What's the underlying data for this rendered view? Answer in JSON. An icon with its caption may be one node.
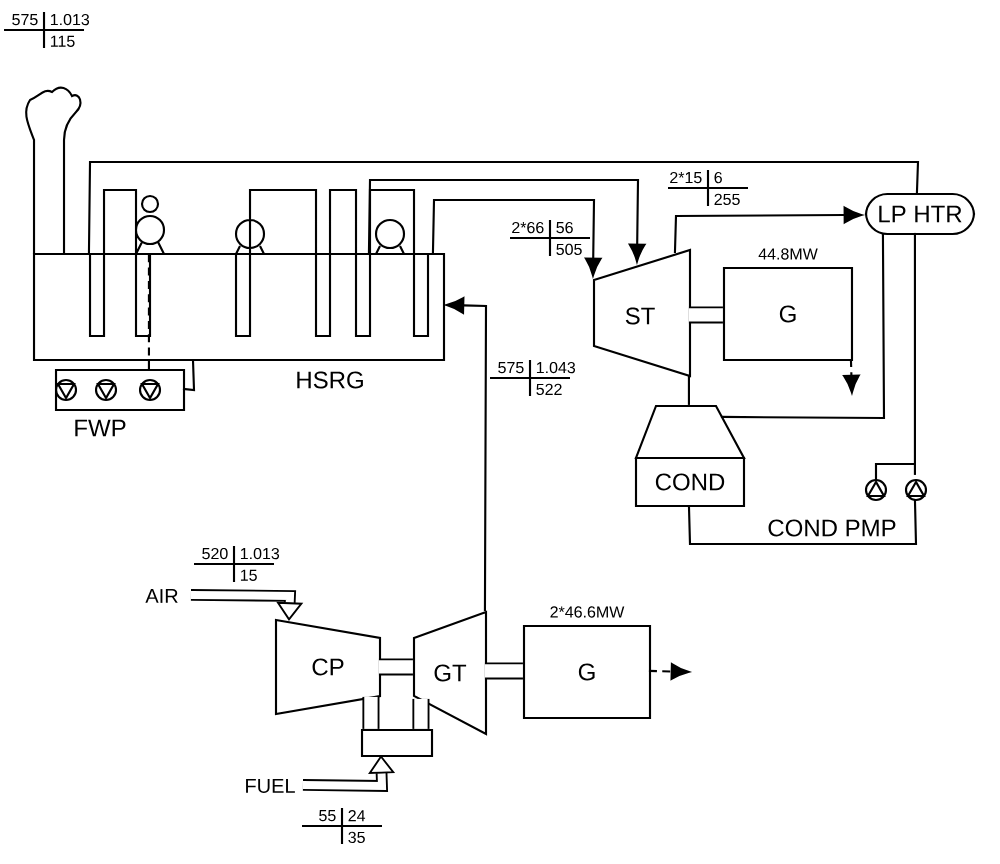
{
  "diagram": {
    "nodes": [
      {
        "text": [
          "HSRG"
        ]
      },
      {
        "text": [
          "FWP"
        ]
      },
      {
        "text": [
          "ST"
        ]
      },
      {
        "text": [
          "G"
        ],
        "beside": [
          "44.8MW"
        ]
      },
      {
        "text": [
          "LP HTR"
        ]
      },
      {
        "text": [
          "COND"
        ]
      },
      {
        "text": [
          "COND PMP"
        ]
      },
      {
        "text": [
          "CP"
        ]
      },
      {
        "text": [
          "GT"
        ]
      },
      {
        "text": [
          "G"
        ],
        "beside": [
          "2*46.6MW"
        ]
      },
      {
        "text": [],
        "shape": "box"
      },
      {
        "text": [
          "AIR"
        ]
      },
      {
        "text": [
          "FUEL"
        ]
      }
    ],
    "edges": [
      {
        "from": 8,
        "to": 0,
        "arrow": "to"
      },
      {
        "from": 0,
        "to": 2,
        "arrow": "to"
      },
      {
        "from": 0,
        "to": 2,
        "arrow": "to"
      },
      {
        "from": 2,
        "to": 3,
        "arrow": "none",
        "style": "thick"
      },
      {
        "from": 2,
        "to": 5,
        "arrow": "none"
      },
      {
        "from": 2,
        "to": 4,
        "arrow": "to"
      },
      {
        "from": 4,
        "to": 5,
        "arrow": "none"
      },
      {
        "from": 5,
        "to": 6,
        "arrow": "none"
      },
      {
        "from": 6,
        "to": 4,
        "arrow": "none"
      },
      {
        "from": 4,
        "to": 0,
        "arrow": "none"
      },
      {
        "from": 1,
        "to": 0,
        "arrow": "none",
        "style": "dashed"
      },
      {
        "from": 1,
        "to": 0,
        "arrow": "none"
      },
      {
        "from": 7,
        "to": 8,
        "arrow": "none",
        "style": "thick"
      },
      {
        "from": 8,
        "to": 9,
        "arrow": "none",
        "style": "thick"
      },
      {
        "from": 7,
        "to": 10,
        "arrow": "none",
        "style": "thick"
      },
      {
        "from": 10,
        "to": 8,
        "arrow": "none",
        "style": "thick"
      },
      {
        "from": 11,
        "to": 7,
        "arrow": "to",
        "style": "thick"
      },
      {
        "from": 12,
        "to": 10,
        "arrow": "to",
        "style": "thick"
      },
      {
        "from": 3,
        "to": null,
        "arrow": "to",
        "style": "dashed"
      },
      {
        "from": 9,
        "to": null,
        "arrow": "to",
        "style": "dashed"
      }
    ],
    "labels": [
      "575",
      "1.013",
      "115",
      "2*15",
      "6",
      "255",
      "2*66",
      "56",
      "505",
      "575",
      "1.043",
      "522",
      "520",
      "1.013",
      "15",
      "55",
      "24",
      "35"
    ]
  }
}
